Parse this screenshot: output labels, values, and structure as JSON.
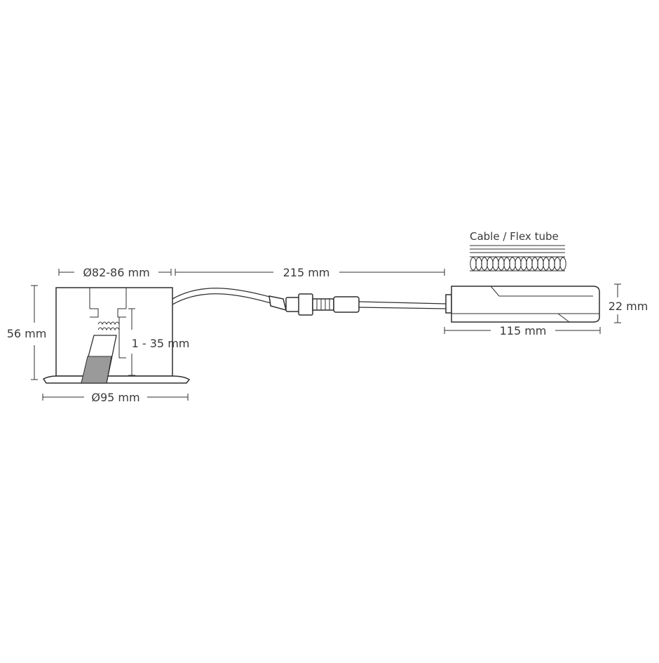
{
  "dimensions": {
    "cutout": "Ø82-86 mm",
    "cable_length": "215 mm",
    "height": "56 mm",
    "ceiling_thickness": "1 - 35 mm",
    "bezel_diameter": "Ø95 mm",
    "driver_height": "22 mm",
    "driver_length": "115 mm"
  },
  "legend": {
    "label": "Cable / Flex tube"
  }
}
